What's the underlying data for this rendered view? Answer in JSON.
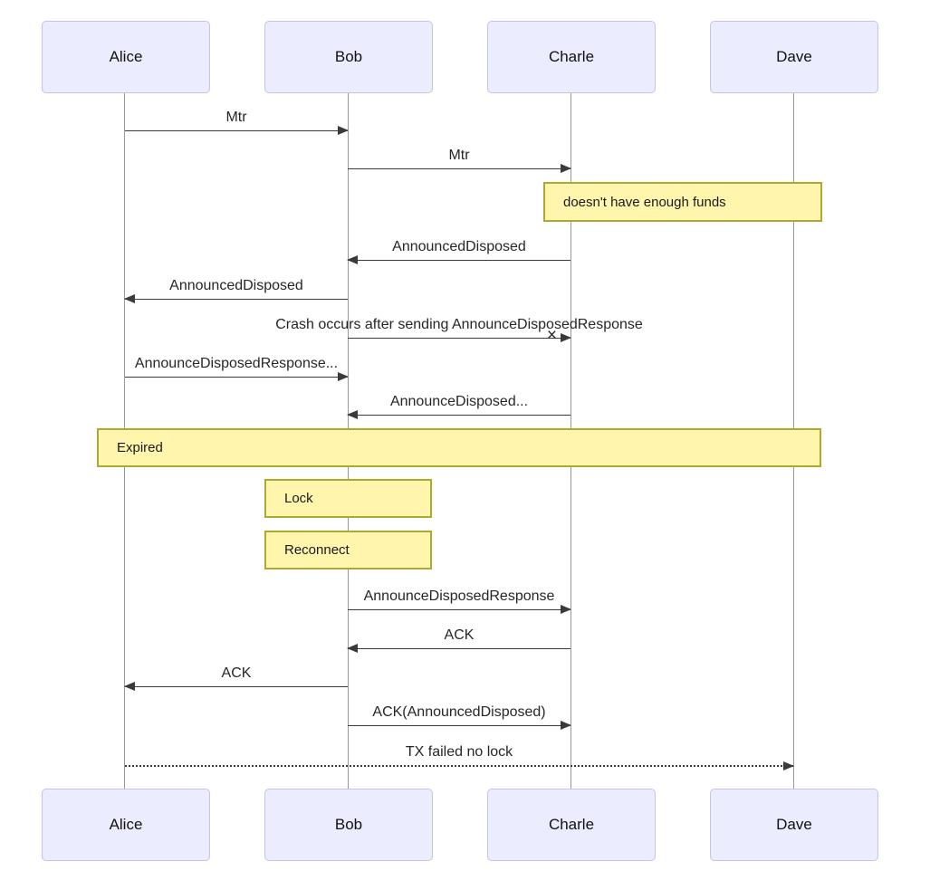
{
  "diagram_type": "sequence-diagram",
  "colors": {
    "background": "#ffffff",
    "actor_fill": "#ECECFF",
    "actor_border": "#C4C4E8",
    "note_fill": "#FFF5AD",
    "note_border": "#AAAA33",
    "message_line": "#3a3a3a",
    "lifeline": "#989898",
    "text": "#262626"
  },
  "participants": [
    {
      "name": "Alice"
    },
    {
      "name": "Bob"
    },
    {
      "name": "Charle"
    },
    {
      "name": "Dave"
    }
  ],
  "messages": [
    {
      "from": "Alice",
      "to": "Bob",
      "label": "Mtr",
      "style": "solid",
      "direction": "right"
    },
    {
      "from": "Bob",
      "to": "Charle",
      "label": "Mtr",
      "style": "solid",
      "direction": "right"
    },
    {
      "from": "Charle",
      "to": "Bob",
      "label": "AnnouncedDisposed",
      "style": "solid",
      "direction": "left"
    },
    {
      "from": "Bob",
      "to": "Alice",
      "label": "AnnouncedDisposed",
      "style": "solid",
      "direction": "left"
    },
    {
      "from": "Bob",
      "to": "Charle",
      "label": "Crash occurs after sending AnnounceDisposedResponse",
      "style": "solid",
      "direction": "right",
      "lost_marker": "×"
    },
    {
      "from": "Alice",
      "to": "Bob",
      "label": "AnnounceDisposedResponse...",
      "style": "solid",
      "direction": "right"
    },
    {
      "from": "Charle",
      "to": "Bob",
      "label": "AnnounceDisposed...",
      "style": "solid",
      "direction": "left"
    },
    {
      "from": "Bob",
      "to": "Charle",
      "label": "AnnounceDisposedResponse",
      "style": "solid",
      "direction": "right"
    },
    {
      "from": "Charle",
      "to": "Bob",
      "label": "ACK",
      "style": "solid",
      "direction": "left"
    },
    {
      "from": "Bob",
      "to": "Alice",
      "label": "ACK",
      "style": "solid",
      "direction": "left"
    },
    {
      "from": "Bob",
      "to": "Charle",
      "label": "ACK(AnnouncedDisposed)",
      "style": "solid",
      "direction": "right"
    },
    {
      "from": "Alice",
      "to": "Dave",
      "label": "TX failed no lock",
      "style": "dotted",
      "direction": "right"
    }
  ],
  "notes": [
    {
      "label": "doesn't have enough funds",
      "over": "Charle, Dave"
    },
    {
      "label": "Expired",
      "over": "Alice, Bob, Charle, Dave"
    },
    {
      "label": "Lock",
      "over": "Bob"
    },
    {
      "label": "Reconnect",
      "over": "Bob"
    }
  ]
}
